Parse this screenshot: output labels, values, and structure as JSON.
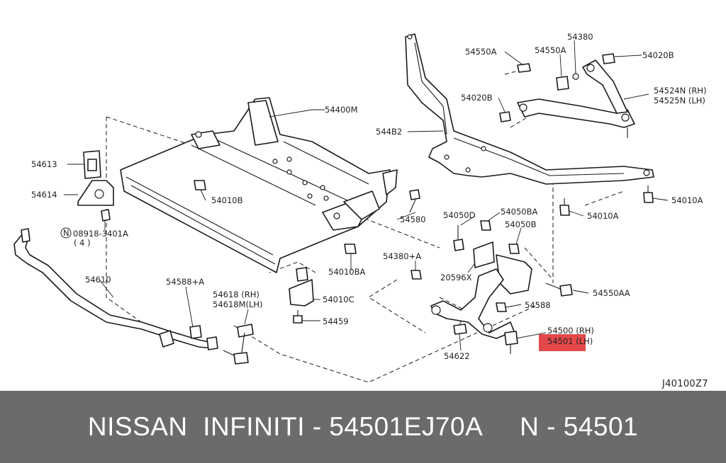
{
  "diagram": {
    "labels": {
      "p54400M": "54400M",
      "p54613": "54613",
      "p54614": "54614",
      "p54010B": "54010B",
      "p08918": "08918-3401A",
      "p08918_qty": "( 4 )",
      "p08918_prefix": "N",
      "p54610": "54610",
      "p54588A": "54588+A",
      "p54618RH": "54618 (RH)",
      "p54618MLH": "54618M(LH)",
      "p54010C": "54010C",
      "p54459": "54459",
      "p54580": "54580",
      "p54010BA": "54010BA",
      "p54380A": "54380+A",
      "p20596X": "20596X",
      "p54050D": "54050D",
      "p54050BA": "54050BA",
      "p54050B": "54050B",
      "p54550AA": "54550AA",
      "p54588": "54588",
      "p54500RH": "54500 (RH)",
      "p54501LH": "54501 (LH)",
      "p54622": "54622",
      "p54550A_1": "54550A",
      "p54550A_2": "54550A",
      "p54380": "54380",
      "p54020B_1": "54020B",
      "p54020B_2": "54020B",
      "p54524N": "54524N (RH)",
      "p54525N": "54525N (LH)",
      "p544B2": "544B2",
      "p54010A_1": "54010A",
      "p54010A_2": "54010A",
      "diagram_code": "J40100Z7"
    },
    "highlight_color": "#e0282a"
  },
  "footer": {
    "text": "NISSAN  INFINITI - 54501EJ70A     N - 54501",
    "background": "#6b6b6b"
  }
}
